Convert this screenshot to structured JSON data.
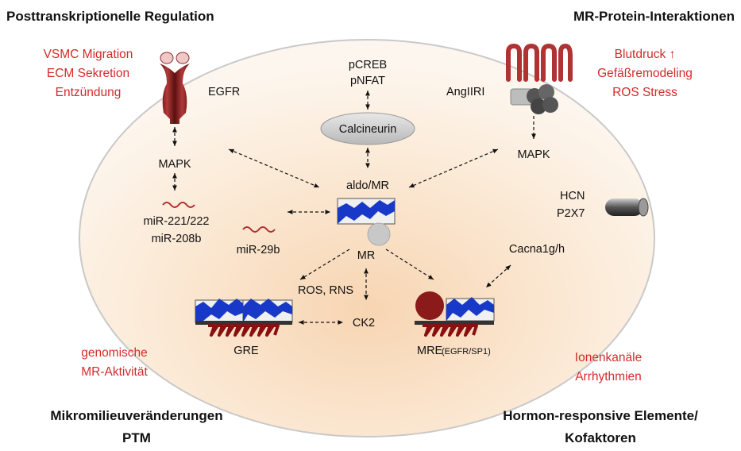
{
  "corners": {
    "top_left": "Posttranskriptionelle Regulation",
    "top_right": "MR-Protein-Interaktionen",
    "bottom_left": [
      "Mikromilieuveränderungen",
      "PTM"
    ],
    "bottom_right": [
      "Hormon-responsive Elemente/",
      "Kofaktoren"
    ]
  },
  "red_notes": {
    "top_left": [
      "VSMC Migration",
      "ECM Sekretion",
      "Entzündung"
    ],
    "top_right": [
      "Blutdruck ↑",
      "Gefäßremodeling",
      "ROS Stress"
    ],
    "bottom_left": [
      "genomische",
      "MR-Aktivität"
    ],
    "bottom_right": [
      "Ionenkanäle",
      "Arrhythmien"
    ]
  },
  "labels": {
    "egfr": "EGFR",
    "mapk_left": "MAPK",
    "mir221": "miR-221/222",
    "mir208": "miR-208b",
    "mir29": "miR-29b",
    "pcreb": "pCREB",
    "pnfat": "pNFAT",
    "calcineurin": "Calcineurin",
    "aldo_mr": "aldo/MR",
    "mr": "MR",
    "angiiri": "AngIIRI",
    "mapk_right": "MAPK",
    "hcn": "HCN",
    "p2x7": "P2X7",
    "cacna": "Cacna1g/h",
    "ros_rns": "ROS, RNS",
    "ck2": "CK2",
    "gre": "GRE",
    "mre": "MRE",
    "mre_sub": "(EGFR/SP1)"
  },
  "colors": {
    "red_text": "#d42a2a",
    "mr_blue": "#1838c8",
    "dna_red": "#8a1010"
  }
}
